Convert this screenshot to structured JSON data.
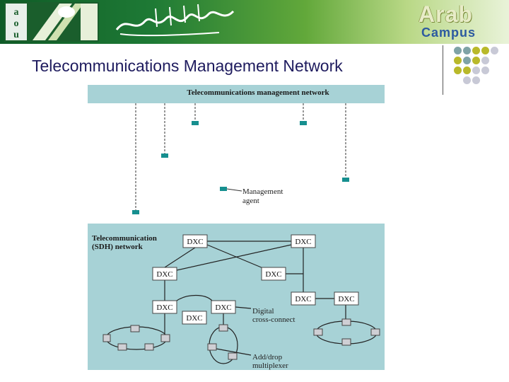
{
  "header": {
    "logo_letters": [
      "a",
      "o",
      "u"
    ],
    "brand_name": "Arab",
    "brand_sub": "Campus"
  },
  "slide": {
    "title": "Telecommunications Management Network"
  },
  "diagram": {
    "tmn_label": "Telecommunications management network",
    "management_agent_line1": "Management",
    "management_agent_line2": "agent",
    "sdh_label_line1": "Telecommunication",
    "sdh_label_line2": "(SDH) network",
    "dxc_label": "DXC",
    "digital_cross_connect_line1": "Digital",
    "digital_cross_connect_line2": "cross-connect",
    "add_drop_line1": "Add/drop",
    "add_drop_line2": "multiplexer"
  },
  "colors": {
    "panel": "#a7d2d6",
    "agent": "#168f8f",
    "title": "#1e1b5e",
    "dot_grey": "#c8c9d6",
    "dot_olive": "#b9b92a",
    "dot_teal": "#7fa3a6"
  }
}
